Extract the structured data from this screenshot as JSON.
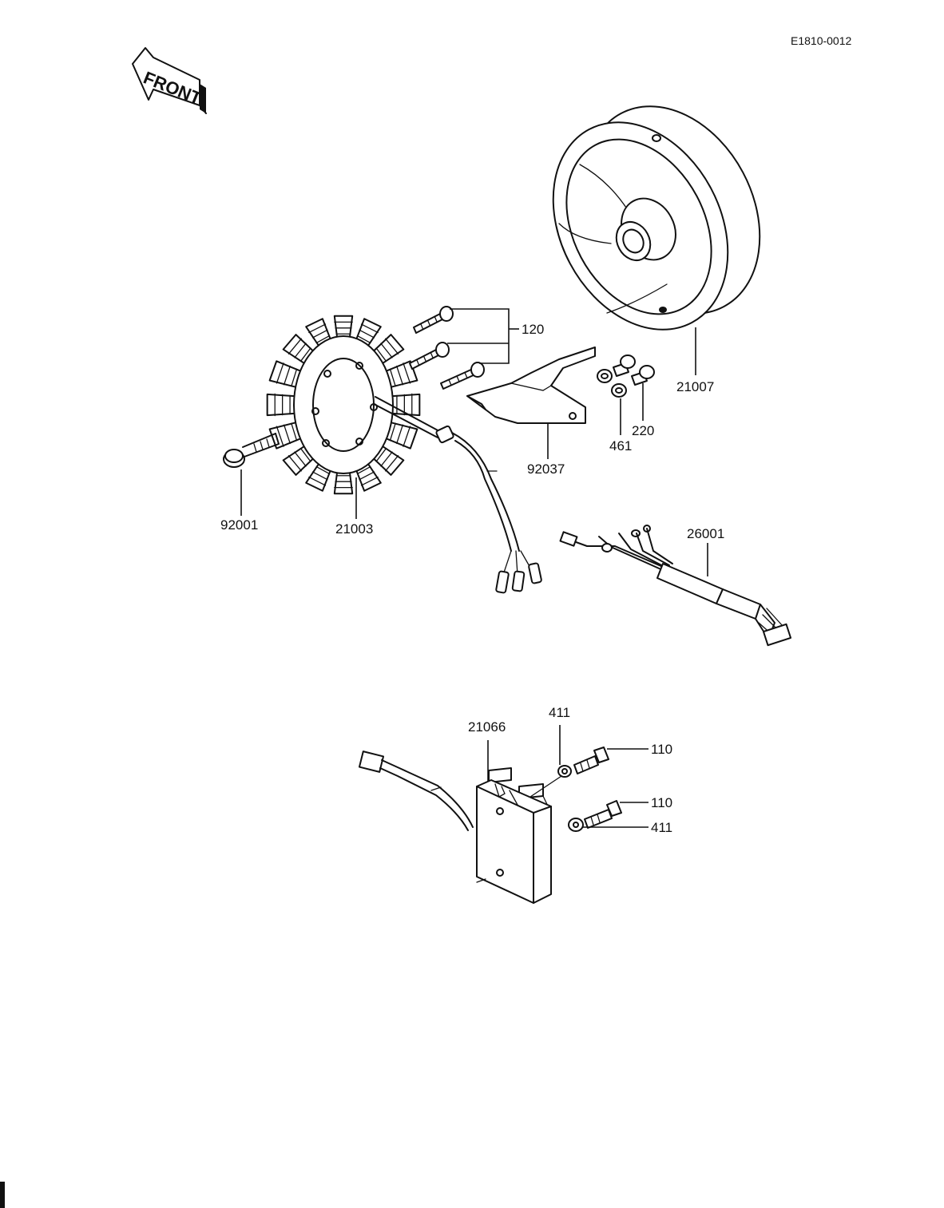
{
  "document": {
    "code": "E1810-0012",
    "front_label": "FRONT"
  },
  "callouts": {
    "rotor": "21007",
    "stator": "21003",
    "stator_bolts": "120",
    "plate": "92037",
    "washer": "461",
    "screw": "220",
    "bolt": "92001",
    "harness": "26001",
    "regulator": "21066",
    "washer_top": "411",
    "bolt_top": "110",
    "bolt_lower": "110",
    "washer_lower": "411"
  }
}
